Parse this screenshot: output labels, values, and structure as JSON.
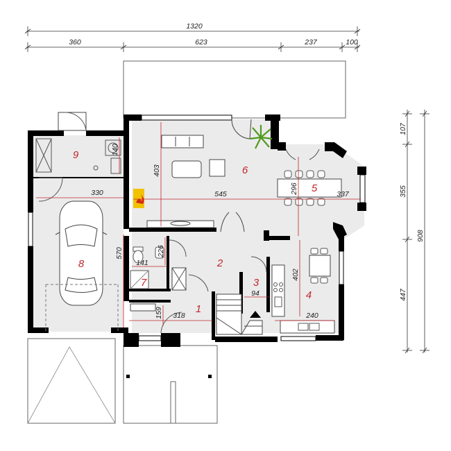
{
  "colors": {
    "wall": "#000000",
    "floor": "#ebebeb",
    "terrace": "#ffffff",
    "dimension_line": "#333333",
    "accent_line": "#c0272d",
    "room_number": "#c0272d",
    "fireplace": "#f2c200",
    "fire": "#d62a1a",
    "plant": "#4f9a1e"
  },
  "overall_dims": {
    "total_width": "1320",
    "segments": [
      "360",
      "623",
      "237",
      "100"
    ],
    "right_segments": [
      "107",
      "355",
      "447"
    ],
    "total_depth": "908"
  },
  "rooms": [
    {
      "id": "room-1",
      "number": "1"
    },
    {
      "id": "room-2",
      "number": "2"
    },
    {
      "id": "room-3",
      "number": "3"
    },
    {
      "id": "room-4",
      "number": "4"
    },
    {
      "id": "room-5",
      "number": "5"
    },
    {
      "id": "room-6",
      "number": "6"
    },
    {
      "id": "room-7",
      "number": "7"
    },
    {
      "id": "room-8",
      "number": "8"
    },
    {
      "id": "room-9",
      "number": "9"
    }
  ],
  "interior_dims": {
    "d140": "140",
    "d330": "330",
    "d403": "403",
    "d545": "545",
    "d296": "296",
    "d337": "337",
    "d570": "570",
    "d226": "226",
    "d141": "141",
    "d402": "402",
    "d94": "94",
    "d159": "159",
    "d318": "318",
    "d240": "240"
  },
  "icons": {
    "car": "car-icon",
    "plant": "plant-icon",
    "fireplace": "fireplace-icon",
    "sofa": "sofa-icon",
    "dining_table": "dining-table-icon",
    "stairs": "stairs-icon",
    "kitchen_stove": "stove-icon",
    "toilet": "toilet-icon",
    "shower": "shower-icon",
    "washing_machine": "washing-machine-icon"
  }
}
